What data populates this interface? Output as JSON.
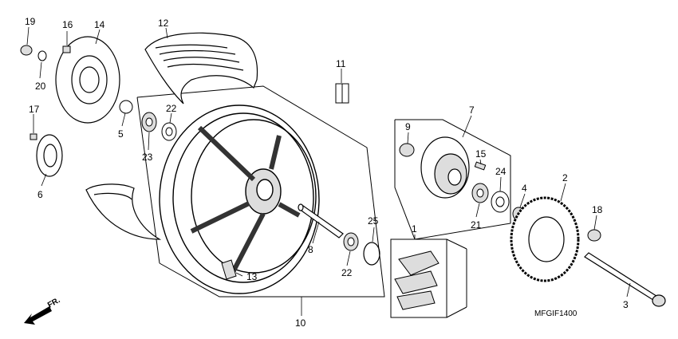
{
  "diagram": {
    "code": "MFGIF1400",
    "direction_label": "FR.",
    "parts": [
      {
        "id": "p1",
        "number": "1"
      },
      {
        "id": "p2",
        "number": "2"
      },
      {
        "id": "p3",
        "number": "3"
      },
      {
        "id": "p4",
        "number": "4"
      },
      {
        "id": "p5",
        "number": "5"
      },
      {
        "id": "p6",
        "number": "6"
      },
      {
        "id": "p7",
        "number": "7"
      },
      {
        "id": "p8",
        "number": "8"
      },
      {
        "id": "p9",
        "number": "9"
      },
      {
        "id": "p10",
        "number": "10"
      },
      {
        "id": "p11",
        "number": "11"
      },
      {
        "id": "p12",
        "number": "12"
      },
      {
        "id": "p13",
        "number": "13"
      },
      {
        "id": "p14",
        "number": "14"
      },
      {
        "id": "p15",
        "number": "15"
      },
      {
        "id": "p16",
        "number": "16"
      },
      {
        "id": "p17",
        "number": "17"
      },
      {
        "id": "p18",
        "number": "18"
      },
      {
        "id": "p19",
        "number": "19"
      },
      {
        "id": "p20",
        "number": "20"
      },
      {
        "id": "p21",
        "number": "21"
      },
      {
        "id": "p22a",
        "number": "22"
      },
      {
        "id": "p22b",
        "number": "22"
      },
      {
        "id": "p23",
        "number": "23"
      },
      {
        "id": "p24",
        "number": "24"
      },
      {
        "id": "p25",
        "number": "25"
      }
    ]
  }
}
